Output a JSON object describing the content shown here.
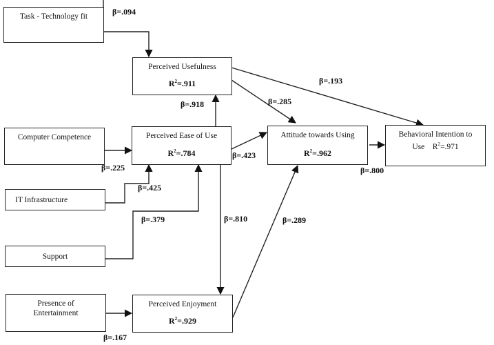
{
  "diagram": {
    "type": "structural-equation-path-model",
    "nodes": {
      "ttf": {
        "label": "Task - Technology fit"
      },
      "pu": {
        "label": "Perceived Usefulness",
        "r2_label": "R",
        "r2_value": "=.911"
      },
      "cc": {
        "label": "Computer Competence"
      },
      "peou": {
        "label": "Perceived Ease of Use",
        "r2_label": "R",
        "r2_value": "=.784"
      },
      "it": {
        "label": "IT Infrastructure"
      },
      "sup": {
        "label": "Support"
      },
      "poe": {
        "label": "Presence of Entertainment"
      },
      "pe": {
        "label": "Perceived Enjoyment",
        "r2_label": "R",
        "r2_value": "=.929"
      },
      "att": {
        "label": "Attitude towards Using",
        "r2_label": "R",
        "r2_value": "=.962"
      },
      "bi": {
        "label": "Behavioral Intention to",
        "label2": "Use",
        "r2_label": "R",
        "r2_value": "=.971"
      }
    },
    "r2_superscript": "2",
    "paths": [
      {
        "from": "Task - Technology fit",
        "to": "Perceived Usefulness",
        "beta": "β=.094"
      },
      {
        "from": "Perceived Ease of Use",
        "to": "Perceived Usefulness",
        "beta": "β=.918"
      },
      {
        "from": "Perceived Usefulness",
        "to": "Behavioral Intention to Use",
        "beta": "β=.193"
      },
      {
        "from": "Perceived Usefulness",
        "to": "Attitude towards Using",
        "beta": "β=.285"
      },
      {
        "from": "Computer Competence",
        "to": "Perceived Ease of Use",
        "beta": "β=.225"
      },
      {
        "from": "IT Infrastructure",
        "to": "Perceived Ease of Use",
        "beta": "β=.425"
      },
      {
        "from": "Support",
        "to": "Perceived Ease of Use",
        "beta": "β=.379"
      },
      {
        "from": "Perceived Ease of Use",
        "to": "Attitude towards Using",
        "beta": "β=.423"
      },
      {
        "from": "Perceived Ease of Use",
        "to": "Perceived Enjoyment",
        "beta": "β=.810"
      },
      {
        "from": "Perceived Enjoyment",
        "to": "Attitude towards Using",
        "beta": "β=.289"
      },
      {
        "from": "Attitude towards Using",
        "to": "Behavioral Intention to Use",
        "beta": "β=.800"
      },
      {
        "from": "Presence of Entertainment",
        "to": "Perceived Enjoyment",
        "beta": "β=.167"
      }
    ]
  }
}
